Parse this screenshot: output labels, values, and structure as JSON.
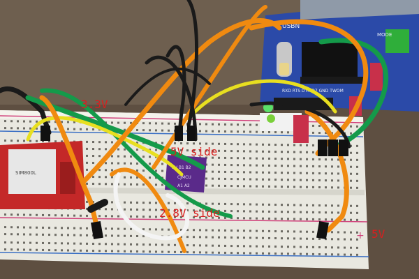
{
  "labels": {
    "v33": "3.3V",
    "side5v": "5V side",
    "side28v": "2.8V side",
    "rail5v": "5V"
  },
  "board": {
    "usb_label": "USBN",
    "mode_label": "MODE",
    "pin_row_label": "RXD RTS DTR D7 GND TWOM"
  },
  "sim_module": {
    "chip_text": "SIM800L"
  },
  "level_shifter": {
    "text": "CJMCU",
    "pins_top": "5V B1 B2",
    "pins_bottom": "A1 A2"
  },
  "colors": {
    "table": "#6a5a4a",
    "breadboard": "#ecebe3",
    "rail_red": "#d0407a",
    "rail_blue": "#3a6fc4",
    "board_blue": "#2b4aa8",
    "wire_orange": "#f08a10",
    "wire_green": "#149a4a",
    "wire_yellow": "#e8df20",
    "wire_black": "#1a1a1a",
    "wire_white": "#f4f4f4",
    "module_red": "#c42828",
    "shifter_purple": "#5a2a8a"
  }
}
